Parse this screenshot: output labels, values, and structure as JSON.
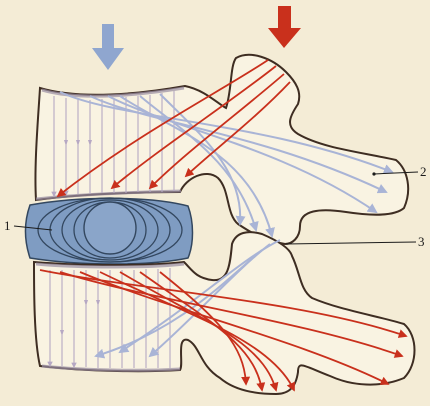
{
  "labels": {
    "disc": "1",
    "facet": "2",
    "joint": "3"
  },
  "colors": {
    "background": "#f4ecd6",
    "bone_fill": "#f9f3e2",
    "bone_outline": "#3e2d22",
    "disc_fill": "#7f9cc2",
    "disc_ring": "#33475f",
    "blue_arrow": "#8fa6cf",
    "blue_flow": "#a9b4d6",
    "red_arrow": "#c9301c",
    "red_flow": "#c9301c",
    "trabecula": "#b6a8c4"
  },
  "icons": {
    "blue": "arrow-down-icon",
    "red": "arrow-down-icon"
  }
}
